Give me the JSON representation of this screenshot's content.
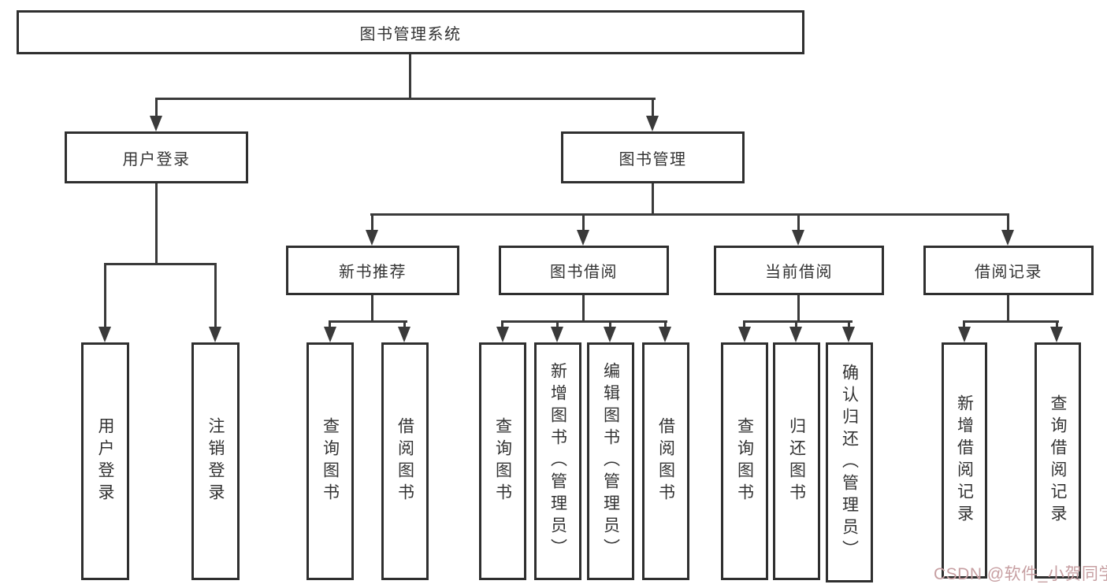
{
  "diagram": {
    "root": "图书管理系统",
    "branches": [
      {
        "label": "用户登录",
        "children": [
          "用户登录",
          "注销登录"
        ]
      },
      {
        "label": "图书管理",
        "sections": [
          {
            "label": "新书推荐",
            "children": [
              "查询图书",
              "借阅图书"
            ]
          },
          {
            "label": "图书借阅",
            "children": [
              "查询图书",
              "新增图书（管理员）",
              "编辑图书（管理员）",
              "借阅图书"
            ]
          },
          {
            "label": "当前借阅",
            "children": [
              "查询图书",
              "归还图书",
              "确认归还（管理员）"
            ]
          },
          {
            "label": "借阅记录",
            "children": [
              "新增借阅记录",
              "查询借阅记录"
            ]
          }
        ]
      }
    ]
  },
  "watermark": {
    "text": "CSDN @软件_小贺同学"
  },
  "colors": {
    "background": "#ffffff",
    "box_border": "#2f2f2f",
    "connector_line": "#3a3a3a",
    "text": "#333333",
    "watermark": "#c79fa2"
  }
}
